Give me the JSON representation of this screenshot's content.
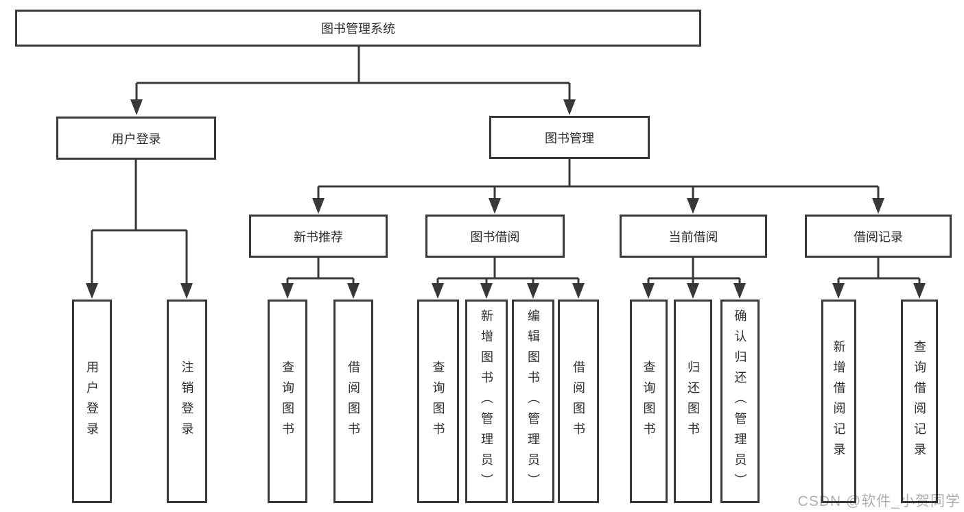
{
  "diagram": {
    "type": "hierarchy-tree",
    "title": "图书管理系统",
    "watermark": "CSDN @软件_小贺同学",
    "colors": {
      "line": "#383838",
      "box_border": "#383838",
      "text": "#2d2d2d",
      "background": "#ffffff",
      "watermark": "#9b9b9b"
    },
    "nodes": {
      "root": {
        "label": "图书管理系统"
      },
      "level2": {
        "user_login": {
          "label": "用户登录"
        },
        "book_management": {
          "label": "图书管理"
        }
      },
      "level3": {
        "new_book_recommend": {
          "label": "新书推荐"
        },
        "book_borrow": {
          "label": "图书借阅"
        },
        "current_borrow": {
          "label": "当前借阅"
        },
        "borrow_records": {
          "label": "借阅记录"
        }
      },
      "leaves": {
        "user_login_leaf": "用户登录",
        "logout_leaf": "注销登录",
        "nb_query_books": "查询图书",
        "nb_borrow_books": "借阅图书",
        "bb_query_books": "查询图书",
        "bb_add_books_admin": "新增图书（管理员）",
        "bb_edit_books_admin": "编辑图书（管理员）",
        "bb_borrow_books": "借阅图书",
        "cb_query_books": "查询图书",
        "cb_return_books": "归还图书",
        "cb_confirm_return_admin": "确认归还（管理员）",
        "br_add_record": "新增借阅记录",
        "br_query_record": "查询借阅记录"
      }
    },
    "structure": {
      "图书管理系统": {
        "用户登录": [
          "用户登录",
          "注销登录"
        ],
        "图书管理": {
          "新书推荐": [
            "查询图书",
            "借阅图书"
          ],
          "图书借阅": [
            "查询图书",
            "新增图书（管理员）",
            "编辑图书（管理员）",
            "借阅图书"
          ],
          "当前借阅": [
            "查询图书",
            "归还图书",
            "确认归还（管理员）"
          ],
          "借阅记录": [
            "新增借阅记录",
            "查询借阅记录"
          ]
        }
      }
    }
  }
}
